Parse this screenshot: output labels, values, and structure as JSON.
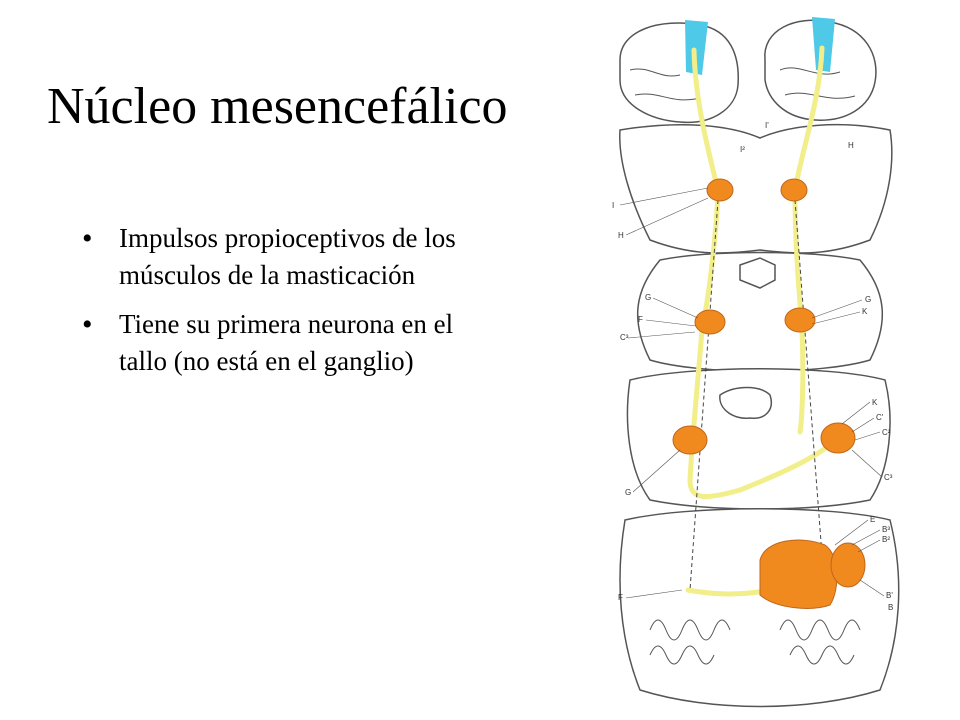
{
  "slide": {
    "title": "Núcleo mesencefálico",
    "bullets": [
      "Impulsos propioceptivos de los músculos de la masticación",
      "Tiene su primera neurona en el tallo (no está en el ganglio)"
    ]
  },
  "figure": {
    "labels": {
      "i2": "I²",
      "i1": "I'",
      "h_top": "H",
      "i_left": "I",
      "h_left": "H",
      "g_left": "G",
      "f_left": "F",
      "c3_left": "C³",
      "g_right": "G",
      "k_right": "K",
      "k2": "K",
      "c1": "C'",
      "c2": "C²",
      "g_low": "G",
      "c3_right": "C³",
      "e": "E",
      "b3": "B³",
      "b2": "B²",
      "b1": "B'",
      "b": "B",
      "f_low": "F"
    },
    "colors": {
      "cortex_highlight": "#4ec9e8",
      "nucleus": "#f08a1e",
      "pathway": "#f2ee8a",
      "outline": "#555555"
    }
  }
}
